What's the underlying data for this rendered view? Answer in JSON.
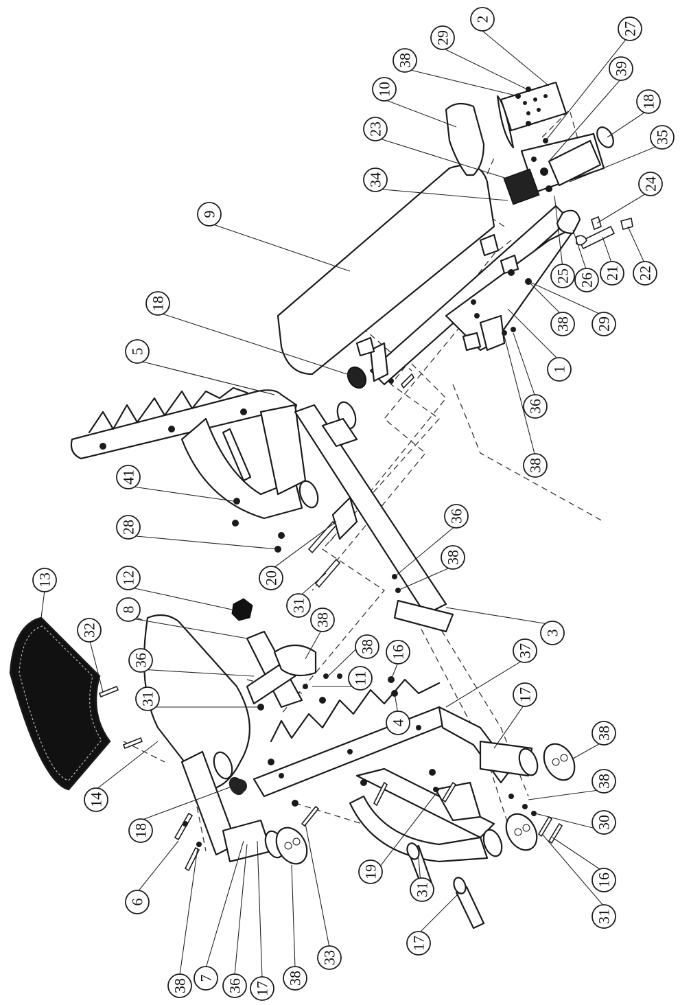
{
  "diagram": {
    "callouts": [
      "2",
      "29",
      "38",
      "27",
      "10",
      "39",
      "18",
      "23",
      "35",
      "24",
      "34",
      "9",
      "25",
      "26",
      "21",
      "22",
      "38",
      "29",
      "1",
      "18",
      "5",
      "36",
      "38",
      "41",
      "28",
      "36",
      "12",
      "20",
      "38",
      "8",
      "13",
      "31",
      "3",
      "32",
      "38",
      "36",
      "38",
      "31",
      "11",
      "37",
      "16",
      "4",
      "17",
      "38",
      "14",
      "38",
      "18",
      "30",
      "16",
      "19",
      "31",
      "31",
      "6",
      "33",
      "17",
      "38",
      "38",
      "7",
      "36",
      "17"
    ]
  }
}
